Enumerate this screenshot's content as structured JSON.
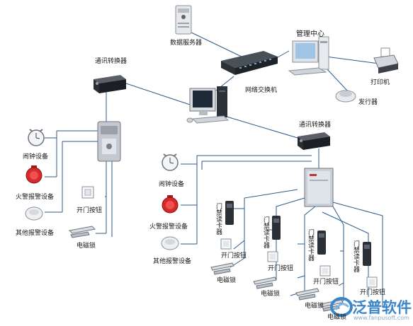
{
  "labels": {
    "data_server": "数据服务器",
    "management_center": "管理中心",
    "network_switch": "网络交换机",
    "printer": "打印机",
    "card_issuer": "发行器",
    "converter_left": "通讯转换器",
    "converter_right": "通讯转换器",
    "alarm_bell_left": "闹钟设备",
    "fire_alarm_left": "火警报警设备",
    "other_alarm_left": "其他报警设备",
    "open_button_left": "开门按钮",
    "maglock_left": "电磁锁",
    "alarm_bell_right": "闹钟设备",
    "fire_alarm_right": "火警报警设备",
    "other_alarm_right": "其他报警设备",
    "reader_1": "门禁读卡器",
    "reader_2": "门禁读卡器",
    "reader_3": "门禁读卡器",
    "reader_4": "门禁读卡器",
    "open_button_1": "开门按钮",
    "open_button_2": "开门按钮",
    "open_button_3": "开门按钮",
    "open_button_4": "开门按钮",
    "maglock_1": "电磁锁",
    "maglock_2": "电磁锁",
    "maglock_3": "电磁锁",
    "maglock_4": "电磁锁"
  },
  "watermark": {
    "brand": "泛普软件",
    "url": "www.fanpusoft.com"
  },
  "colors": {
    "line": "#2a5a8a",
    "fire_red": "#d42a2a",
    "watermark_blue": "#3b86c8"
  }
}
